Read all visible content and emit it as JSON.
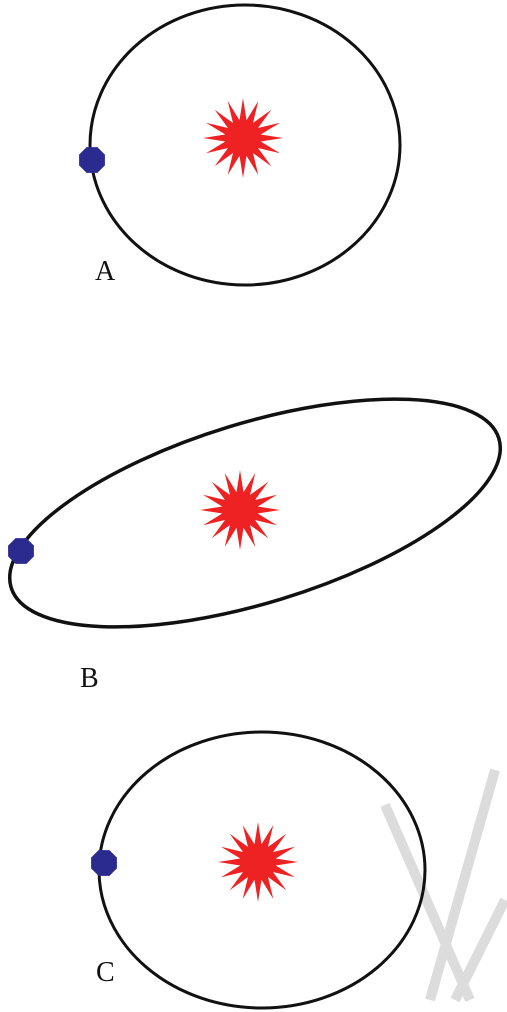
{
  "panels": [
    {
      "label": "A"
    },
    {
      "label": "B"
    },
    {
      "label": "C"
    }
  ],
  "colors": {
    "orbit": "#111111",
    "star": "#ee2222",
    "planet": "#2b2b8f",
    "watermark": "#d9d9d9"
  },
  "icons": {
    "star": "star-icon",
    "planet": "planet-icon"
  }
}
